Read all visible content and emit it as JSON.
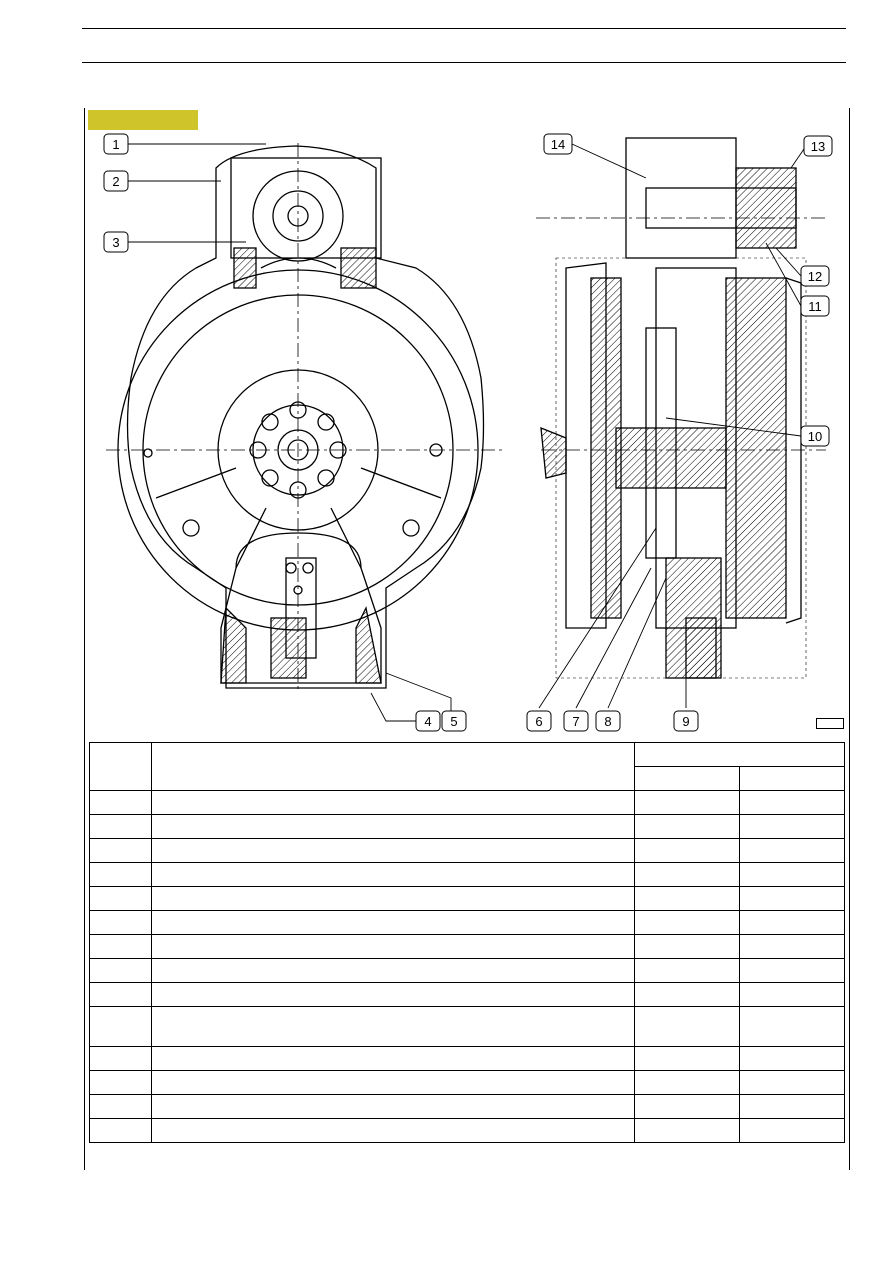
{
  "figure": {
    "callouts": [
      "1",
      "2",
      "3",
      "4",
      "5",
      "6",
      "7",
      "8",
      "9",
      "10",
      "11",
      "12",
      "13",
      "14"
    ]
  },
  "table": {
    "header_rows": 2,
    "body_rows": [
      {
        "h": 24
      },
      {
        "h": 24
      },
      {
        "h": 24
      },
      {
        "h": 24
      },
      {
        "h": 24
      },
      {
        "h": 24
      },
      {
        "h": 24
      },
      {
        "h": 24
      },
      {
        "h": 24
      },
      {
        "h": 40
      },
      {
        "h": 24
      },
      {
        "h": 24
      },
      {
        "h": 24
      },
      {
        "h": 24
      }
    ]
  }
}
